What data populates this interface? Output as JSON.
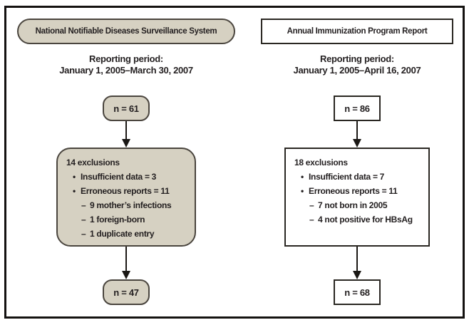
{
  "colors": {
    "tan_fill": "#d6d1c2",
    "tan_border": "#4a453e",
    "white_box_border": "#2a2722",
    "text": "#231f20",
    "frame": "#141210",
    "arrow": "#1b1815"
  },
  "left": {
    "header": "National Notifiable Diseases Surveillance System",
    "reporting_label": "Reporting period:",
    "reporting_dates": "January 1, 2005–March 30, 2007",
    "n_top": "n = 61",
    "exclusions_title": "14 exclusions",
    "exclusions": [
      {
        "marker": "•",
        "text": "Insufficient data = 3"
      },
      {
        "marker": "•",
        "text": "Erroneous reports = 11"
      },
      {
        "marker": "–",
        "text": "9 mother’s infections"
      },
      {
        "marker": "–",
        "text": "1 foreign-born"
      },
      {
        "marker": "–",
        "text": "1 duplicate entry"
      }
    ],
    "n_bottom": "n = 47"
  },
  "right": {
    "header": "Annual Immunization Program Report",
    "reporting_label": "Reporting period:",
    "reporting_dates": "January 1, 2005–April 16, 2007",
    "n_top": "n = 86",
    "exclusions_title": "18 exclusions",
    "exclusions": [
      {
        "marker": "•",
        "text": "Insufficient data = 7"
      },
      {
        "marker": "•",
        "text": "Erroneous reports = 11"
      },
      {
        "marker": "–",
        "text": "7 not born in 2005"
      },
      {
        "marker": "–",
        "text": "4 not positive for HBsAg"
      }
    ],
    "n_bottom": "n = 68"
  }
}
